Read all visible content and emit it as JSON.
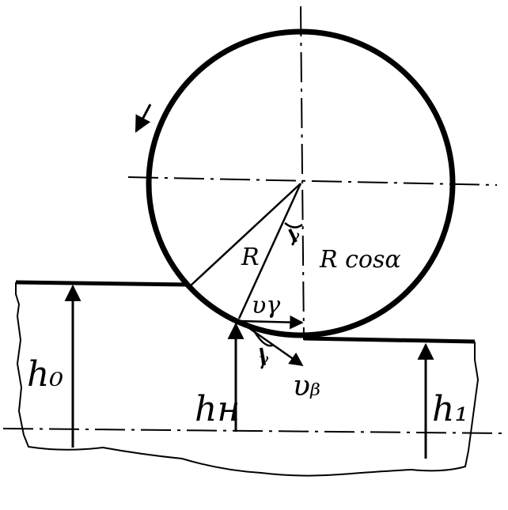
{
  "labels": {
    "h0": "h₀",
    "hn": "hн",
    "h1": "h₁",
    "R": "R",
    "r_cos": "R cosα",
    "v_r": "υγ",
    "v_b": "υᵦ",
    "gamma_upper": "γ",
    "gamma_lower": "γ"
  },
  "colors": {
    "ink": "#000000",
    "paper": "#ffffff"
  },
  "icons": {
    "rotation": "rotation-arrow-icon"
  }
}
